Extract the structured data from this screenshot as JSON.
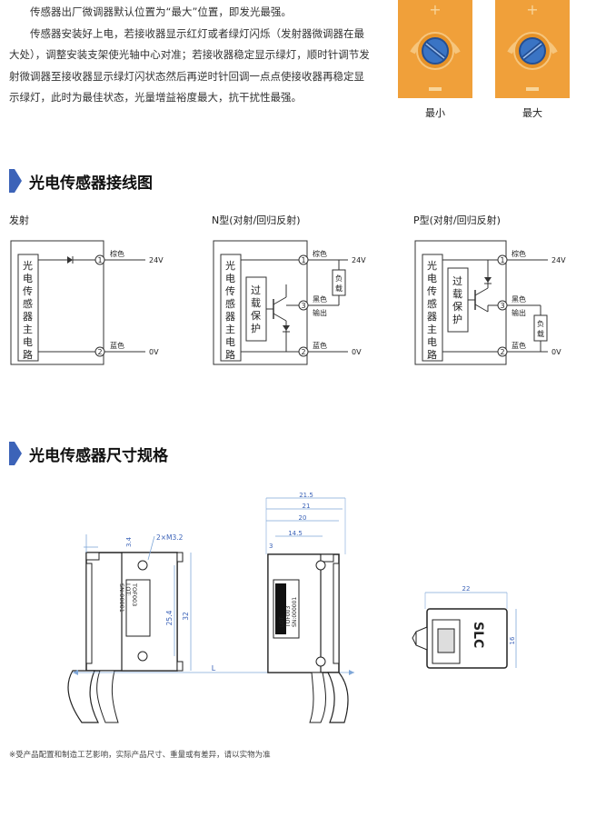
{
  "intro": {
    "line1": "传感器出厂微调器默认位置为“最大”位置，即发光最强。",
    "line2": "传感器安装好上电，若接收器显示红灯或者绿灯闪烁（发射器微调器在最大处），调整安装支架使光轴中心对准；若接收器稳定显示绿灯，顺时针调节发射微调器至接收器显示绿灯闪状态然后再逆时针回调一点点使接收器再稳定显示绿灯，此时为最佳状态，光量增益裕度最大，抗干扰性最强。"
  },
  "knobs": [
    {
      "label": "最小",
      "plus": "+",
      "minus": "−"
    },
    {
      "label": "最大",
      "plus": "+",
      "minus": "−"
    }
  ],
  "wiring": {
    "title": "光电传感器接线图",
    "circuit_text": "光电传感器主电路",
    "protect_text": "过载保护",
    "load_text": "负载",
    "emitter": {
      "label": "发射",
      "terminals": [
        {
          "num": "1",
          "color": "棕色",
          "voltage": "24V"
        },
        {
          "num": "2",
          "color": "蓝色",
          "voltage": "0V"
        }
      ]
    },
    "npn": {
      "label": "N型(对射/回归反射)",
      "terminals": [
        {
          "num": "1",
          "color": "棕色",
          "voltage": "24V"
        },
        {
          "num": "3",
          "color": "黑色",
          "sub": "输出"
        },
        {
          "num": "2",
          "color": "蓝色",
          "voltage": "0V"
        }
      ]
    },
    "pnp": {
      "label": "P型(对射/回归反射)",
      "terminals": [
        {
          "num": "1",
          "color": "棕色",
          "voltage": "24V"
        },
        {
          "num": "3",
          "color": "黑色",
          "sub": "输出"
        },
        {
          "num": "2",
          "color": "蓝色",
          "voltage": "0V"
        }
      ]
    }
  },
  "dimensions": {
    "title": "光电传感器尺寸规格",
    "front": {
      "hole": "2×M3.2",
      "h1": "25.4",
      "h2": "32",
      "top": "3.4",
      "length": "L"
    },
    "back": {
      "w1": "21.5",
      "w2": "21",
      "w3": "20",
      "w4": "14.5",
      "w5": "3"
    },
    "side": {
      "w": "22",
      "h": "16",
      "logo": "SLC"
    },
    "label_lines": [
      "TOF003",
      "LOT:",
      "SN:00001"
    ],
    "label_lines_b": [
      "TOF003",
      "LOT:",
      "SN:000001"
    ]
  },
  "footnote": "※受产品配置和制造工艺影响，实际产品尺寸、重量或有差异，请以实物为准",
  "colors": {
    "knob": "#f0a03a",
    "knob_dial": "#3a74c4",
    "accent": "#3c63b8",
    "dark": "#222222"
  }
}
